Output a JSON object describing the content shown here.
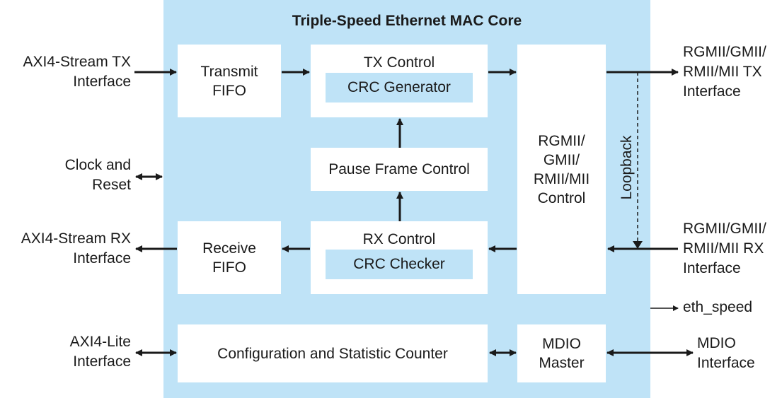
{
  "title": "Triple-Speed Ethernet MAC Core",
  "blocks": {
    "transmit_fifo": [
      "Transmit",
      "FIFO"
    ],
    "tx_control": "TX Control",
    "crc_generator": "CRC Generator",
    "pause_frame_control": "Pause Frame Control",
    "rx_control": "RX Control",
    "crc_checker": "CRC Checker",
    "receive_fifo": [
      "Receive",
      "FIFO"
    ],
    "phy_control": [
      "RGMII/",
      "GMII/",
      "RMII/MII",
      "Control"
    ],
    "config_counter": "Configuration and Statistic Counter",
    "mdio_master": [
      "MDIO",
      "Master"
    ]
  },
  "external": {
    "axi_tx": [
      "AXI4-Stream TX",
      "Interface"
    ],
    "clock_reset": [
      "Clock and",
      "Reset"
    ],
    "axi_rx": [
      "AXI4-Stream RX",
      "Interface"
    ],
    "axi_lite": [
      "AXI4-Lite",
      "Interface"
    ],
    "phy_tx": [
      "RGMII/GMII/",
      "RMII/MII TX",
      "Interface"
    ],
    "phy_rx": [
      "RGMII/GMII/",
      "RMII/MII RX",
      "Interface"
    ],
    "eth_speed": "eth_speed",
    "mdio_interface": [
      "MDIO",
      "Interface"
    ]
  },
  "loopback_label": "Loopback",
  "colors": {
    "core_background": "#bfe3f7",
    "block_background": "#ffffff",
    "arrow": "#1a1a1a"
  }
}
